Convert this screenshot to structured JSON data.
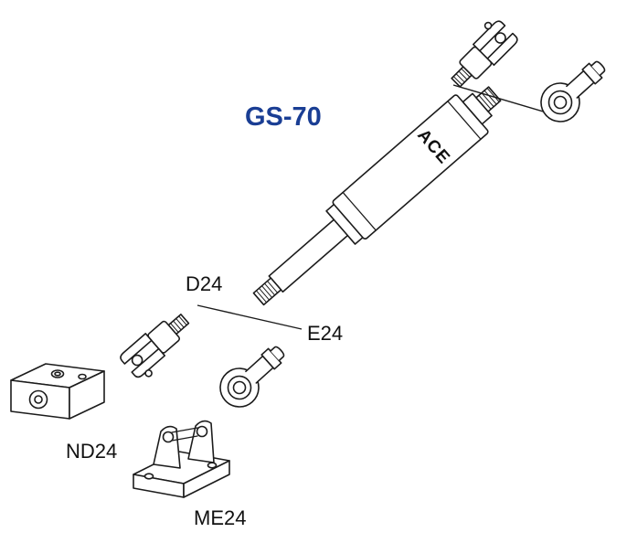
{
  "diagram": {
    "title": "GS-70",
    "body_marking": "ACE",
    "part_labels": {
      "clevis": "D24",
      "rod_end": "E24",
      "clamp_block": "ND24",
      "mounting_bracket": "ME24"
    },
    "colors": {
      "line": "#1c1c1c",
      "background": "#ffffff",
      "title": "#1a3e94"
    }
  }
}
